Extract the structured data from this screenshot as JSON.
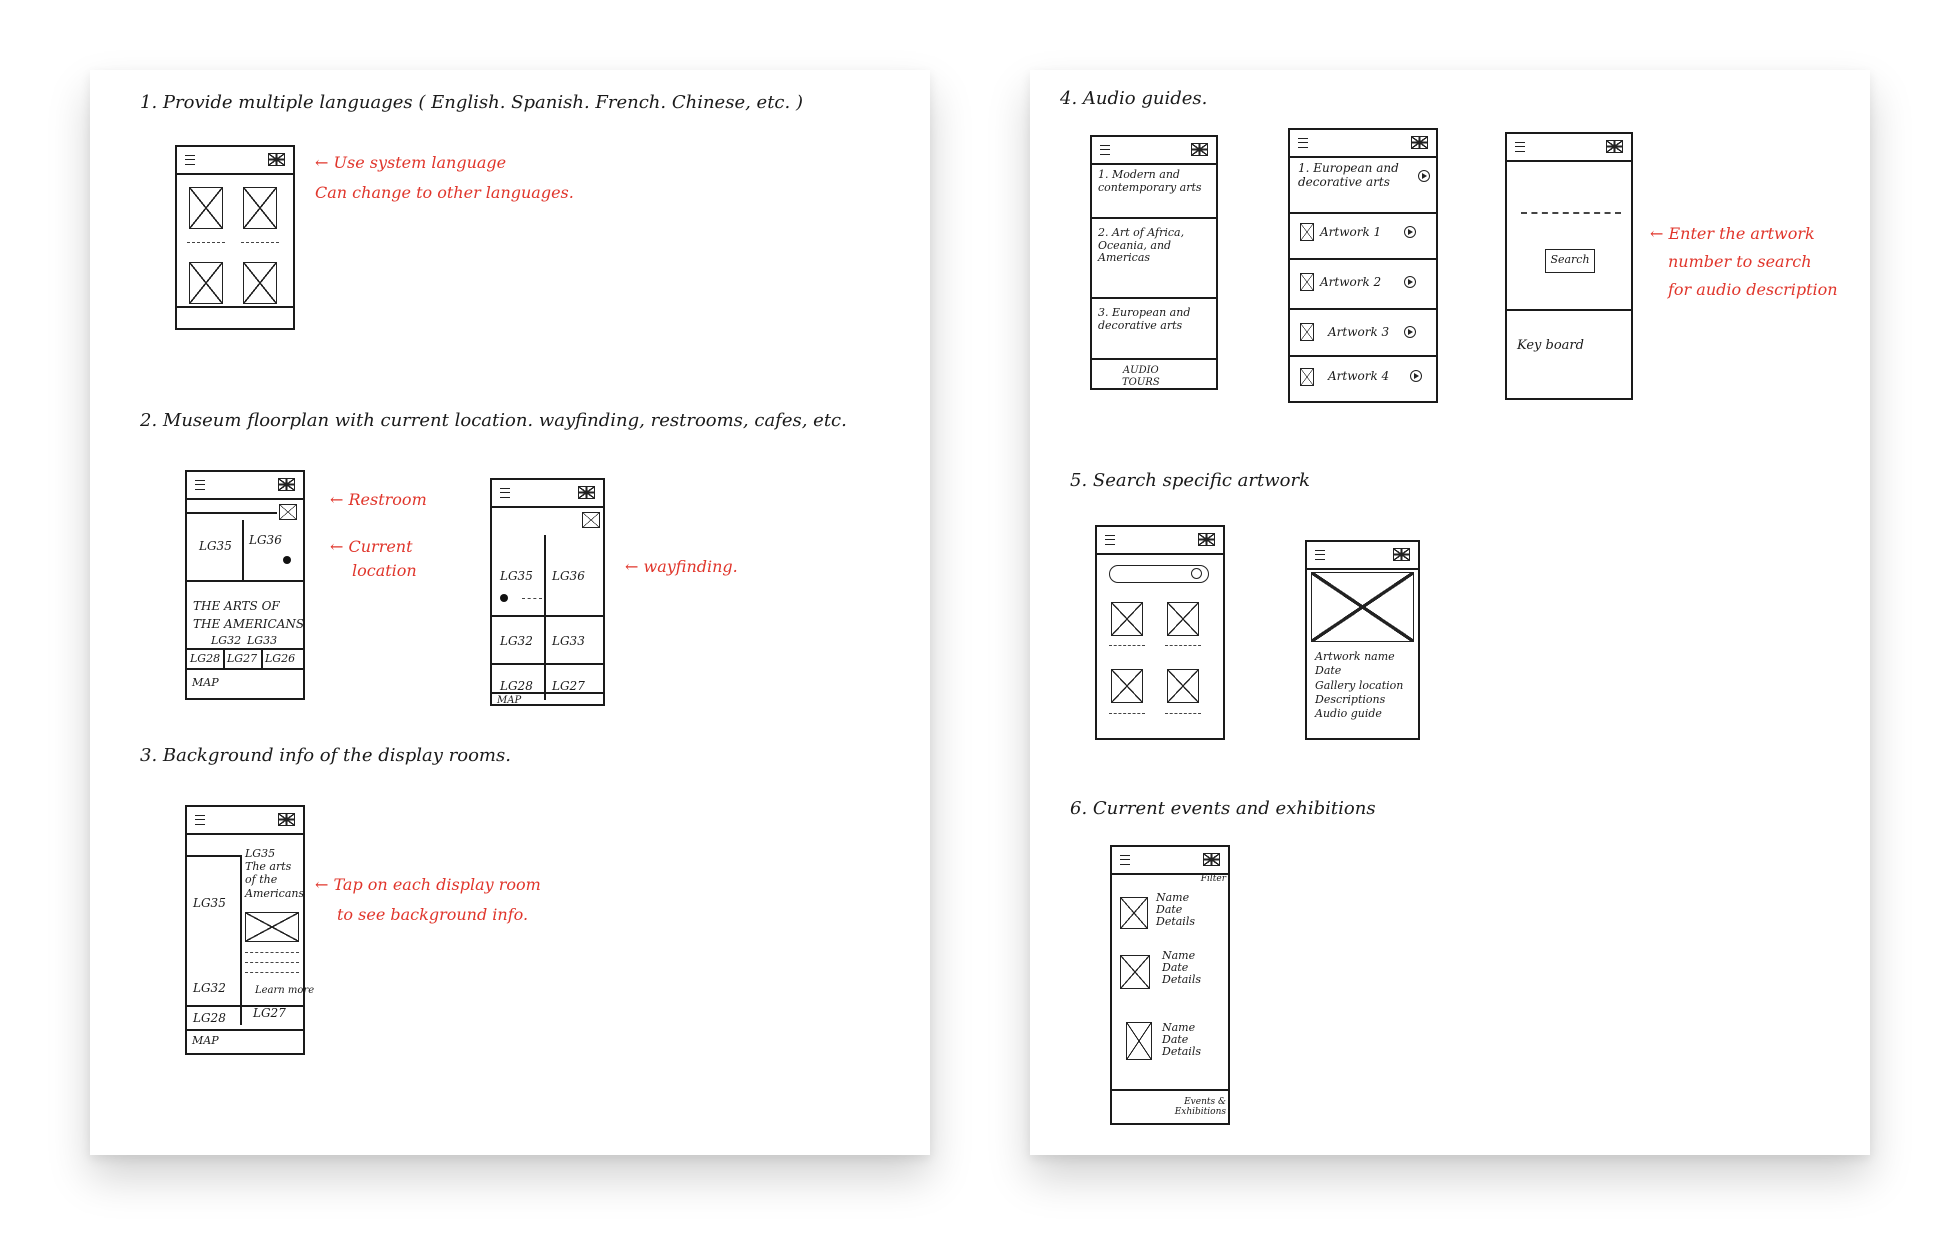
{
  "sections": [
    {
      "heading": "1. Provide multiple languages ( English. Spanish. French. Chinese, etc. )"
    },
    {
      "heading": "2. Museum floorplan with current location. wayfinding, restrooms, cafes, etc."
    },
    {
      "heading": "3. Background info of the display rooms."
    },
    {
      "heading": "4. Audio guides."
    },
    {
      "heading": "5. Search specific artwork"
    },
    {
      "heading": "6. Current events and exhibitions"
    }
  ],
  "notes": {
    "language": [
      "← Use system language",
      "Can change to other languages."
    ],
    "restroom": "← Restroom",
    "location": [
      "← Current",
      "location"
    ],
    "wayfinding": "← wayfinding.",
    "tap": [
      "← Tap on each display room",
      "to see background info."
    ],
    "enter": [
      "← Enter the artwork",
      "number to search",
      "for audio description"
    ]
  },
  "floorplan": {
    "rooms": [
      "LG35",
      "LG36",
      "LG32",
      "LG33",
      "LG28",
      "LG27",
      "LG26"
    ],
    "area_title": [
      "THE ARTS OF",
      "THE AMERICANS"
    ],
    "map_label": "MAP"
  },
  "room_info": {
    "room": "LG35",
    "caption": [
      "LG35",
      "The arts",
      "of the",
      "Americans"
    ],
    "learn_more": "Learn more",
    "rooms": [
      "LG32",
      "LG28",
      "LG27"
    ],
    "map_label": "MAP"
  },
  "audio": {
    "tours": [
      "1. Modern and contemporary arts",
      "2. Art of Africa, Oceania, and Americas",
      "3. European and decorative arts"
    ],
    "tab_label": [
      "AUDIO",
      "TOURS"
    ],
    "tour_title": [
      "1. European and",
      "decorative arts"
    ],
    "artworks": [
      "Artwork 1",
      "Artwork 2",
      "Artwork 3",
      "Artwork 4"
    ],
    "search_button": "Search",
    "keyboard": "Key board"
  },
  "artwork_detail": [
    "Artwork name",
    "Date",
    "Gallery location",
    "Descriptions",
    "Audio guide"
  ],
  "events": {
    "filter": "Filter",
    "item": [
      "Name",
      "Date",
      "Details"
    ],
    "tab_label": [
      "Events &",
      "Exhibitions"
    ]
  },
  "icons": [
    "menu-icon",
    "uk-flag-icon",
    "play-icon",
    "search-icon"
  ],
  "colors": {
    "ink": "#1a1a1a",
    "annotation": "#e0352b"
  }
}
